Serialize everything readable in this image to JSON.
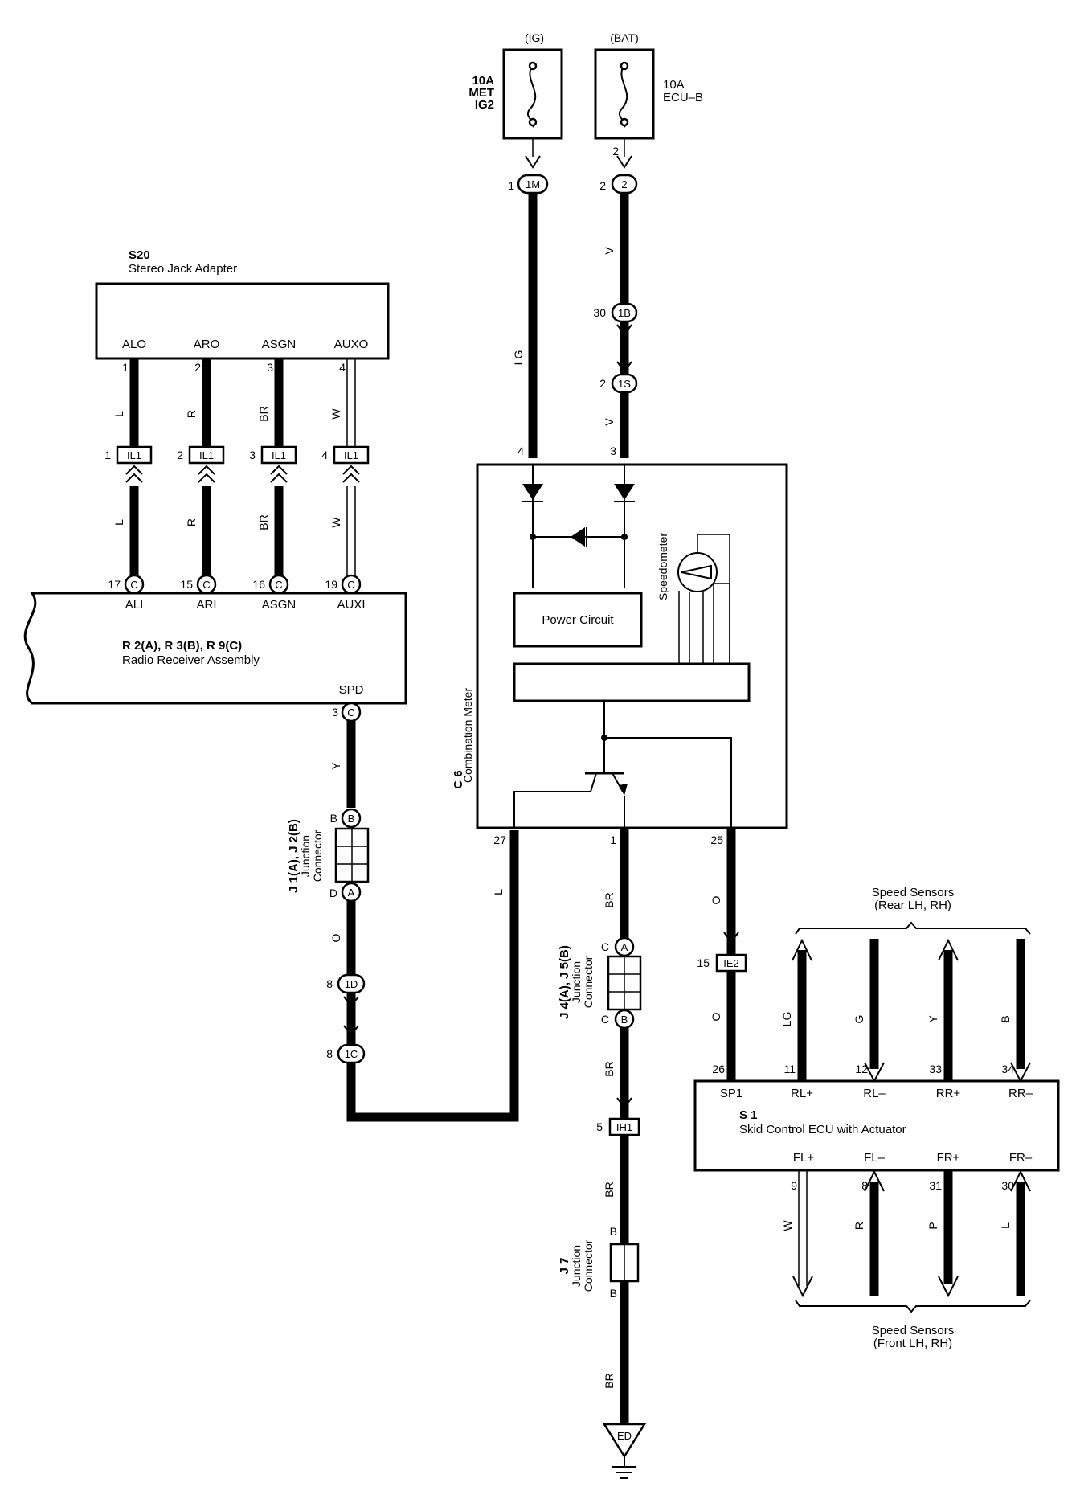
{
  "fuses": {
    "ig": {
      "top": "(IG)",
      "rating": "10A",
      "name1": "MET",
      "name2": "IG2"
    },
    "bat": {
      "top": "(BAT)",
      "rating": "10A",
      "name1": "ECU–B"
    }
  },
  "stereo_jack": {
    "code": "S20",
    "name": "Stereo Jack Adapter",
    "terminals": [
      "ALO",
      "ARO",
      "ASGN",
      "AUXO"
    ],
    "pins": [
      "1",
      "2",
      "3",
      "4"
    ]
  },
  "radio": {
    "code": "R 2(A), R 3(B), R 9(C)",
    "name": "Radio Receiver Assembly",
    "terminals": [
      "ALI",
      "ARI",
      "ASGN",
      "AUXI",
      "SPD"
    ],
    "pins": [
      "17",
      "15",
      "16",
      "19",
      "3"
    ],
    "conn_letter": "C"
  },
  "il1": {
    "label": "IL1",
    "pins": [
      "1",
      "2",
      "3",
      "4"
    ]
  },
  "audio_wire_colors": [
    "L",
    "R",
    "BR",
    "W"
  ],
  "meter": {
    "code": "C 6",
    "name": "Combination Meter",
    "power_circuit": "Power Circuit",
    "speedometer": "Speedometer",
    "pins": {
      "in_ig": "4",
      "in_bat": "3",
      "out_left": "27",
      "out_mid": "1",
      "out_right": "25"
    }
  },
  "meter_conns": {
    "c1m": {
      "pin": "1",
      "label": "1M"
    },
    "c2": {
      "pin": "2",
      "label": "2"
    },
    "c1b": {
      "pin": "30",
      "label": "1B"
    },
    "c1s": {
      "pin": "2",
      "label": "1S"
    },
    "fuse_pin": "2"
  },
  "meter_wire_colors": {
    "ig": "LG",
    "bat_upper": "V",
    "bat_lower": "V",
    "left": "L",
    "mid_upper": "BR",
    "mid_mid": "BR",
    "mid_lower": "BR",
    "mid_bottom": "BR",
    "right_upper": "O",
    "right_lower": "O"
  },
  "j12": {
    "code": "J 1(A), J 2(B)",
    "name1": "Junction",
    "name2": "Connector",
    "top_pin": "B",
    "top_conn": "B",
    "bot_pin": "D",
    "bot_conn": "A"
  },
  "spd_wire_colors": {
    "upper": "Y",
    "lower": "O"
  },
  "c1d": {
    "pin": "8",
    "label": "1D"
  },
  "c1c": {
    "pin": "8",
    "label": "1C"
  },
  "j45": {
    "code": "J 4(A), J 5(B)",
    "name1": "Junction",
    "name2": "Connector",
    "top_pin": "C",
    "top_conn": "A",
    "bot_pin": "C",
    "bot_conn": "B"
  },
  "ih1": {
    "pin": "5",
    "label": "IH1"
  },
  "j7": {
    "code": "J 7",
    "name1": "Junction",
    "name2": "Connector",
    "top_pin": "B",
    "bot_pin": "B"
  },
  "ground": {
    "label": "ED"
  },
  "ie2": {
    "pin": "15",
    "label": "IE2"
  },
  "skid": {
    "code": "S 1",
    "name": "Skid Control ECU with Actuator",
    "top_terms": [
      "SP1",
      "RL+",
      "RL–",
      "RR+",
      "RR–"
    ],
    "top_pins": [
      "26",
      "11",
      "12",
      "33",
      "34"
    ],
    "top_colors": [
      "LG",
      "G",
      "Y",
      "B"
    ],
    "bot_terms": [
      "FL+",
      "FL–",
      "FR+",
      "FR–"
    ],
    "bot_pins": [
      "9",
      "8",
      "31",
      "30"
    ],
    "bot_colors": [
      "W",
      "R",
      "P",
      "L"
    ]
  },
  "speed_sensors_rear": {
    "line1": "Speed Sensors",
    "line2": "(Rear LH,  RH)"
  },
  "speed_sensors_front": {
    "line1": "Speed Sensors",
    "line2": "(Front LH,  RH)"
  }
}
